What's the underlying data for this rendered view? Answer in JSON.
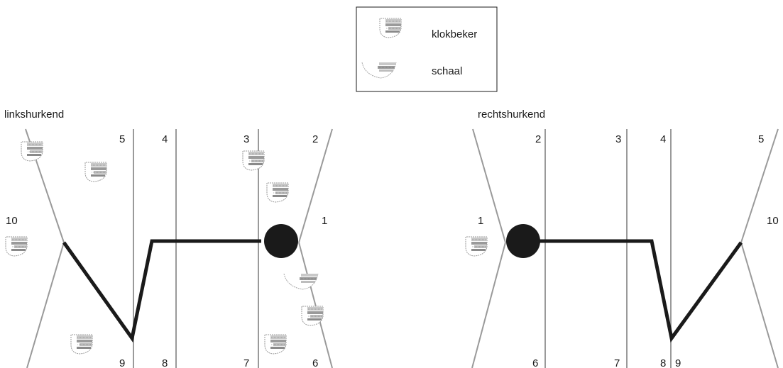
{
  "legend": {
    "items": [
      {
        "label": "klokbeker",
        "icon": "klokbeker-icon"
      },
      {
        "label": "schaal",
        "icon": "schaal-icon"
      }
    ]
  },
  "panels": [
    {
      "title": "linkshurkend",
      "top_numbers": [
        "5",
        "4",
        "3",
        "2"
      ],
      "bottom_numbers": [
        "9",
        "8",
        "7",
        "6"
      ],
      "side_left": "10",
      "side_right": "1"
    },
    {
      "title": "rechtshurkend",
      "top_numbers": [
        "2",
        "3",
        "4",
        "5"
      ],
      "bottom_numbers": [
        "6",
        "7",
        "8",
        "9"
      ],
      "side_left": "1",
      "side_right": "10"
    }
  ],
  "colors": {
    "grid_line": "#9a9a9a",
    "skeleton": "#1a1a1a",
    "pot_stroke": "#777777"
  }
}
